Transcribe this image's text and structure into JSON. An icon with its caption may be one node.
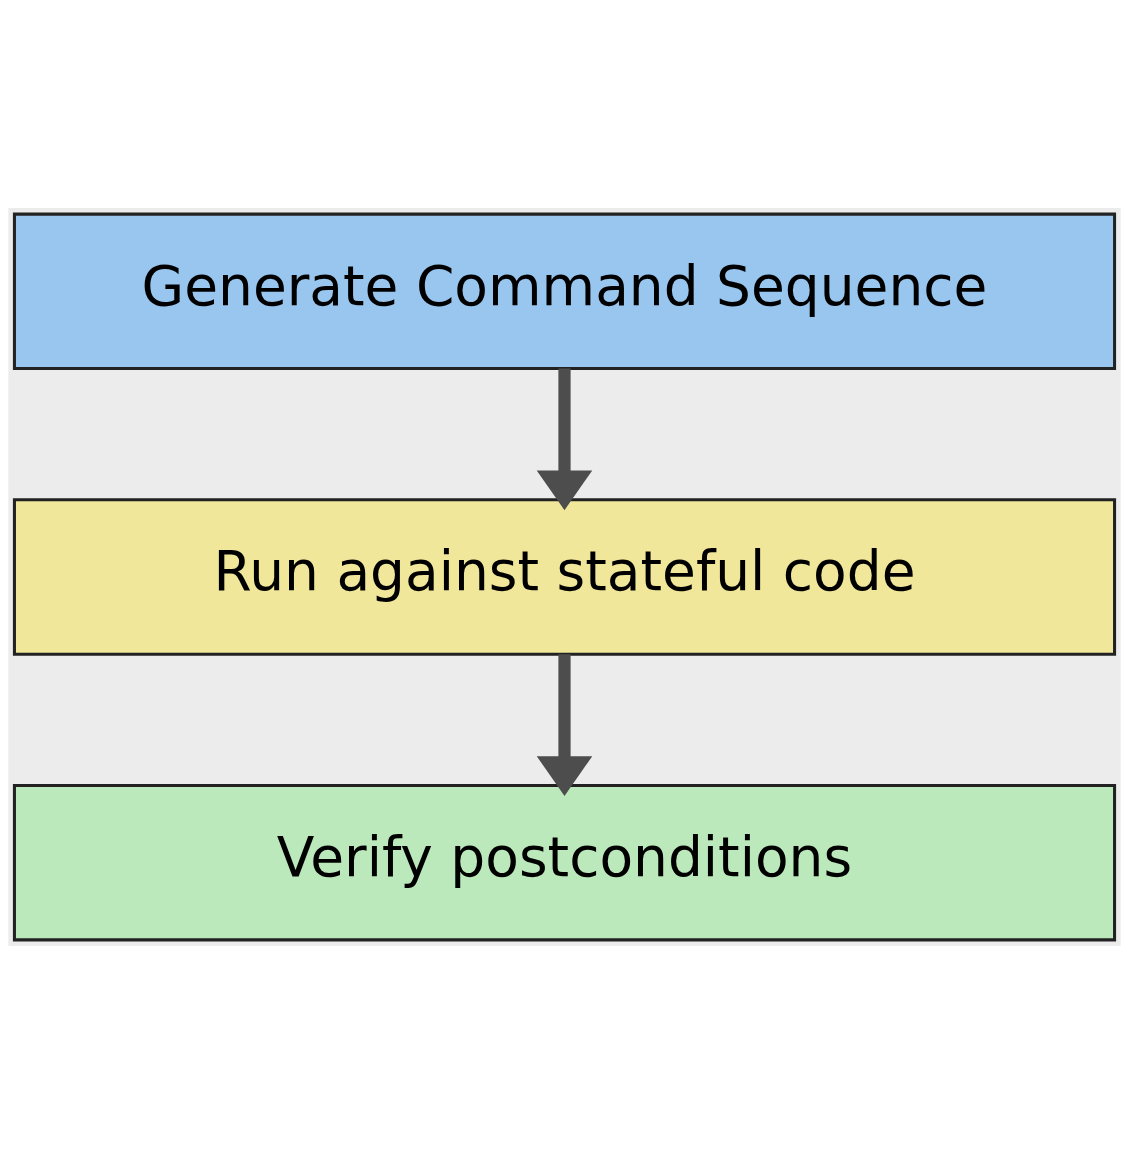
{
  "diagram": {
    "nodes": [
      {
        "text": [
          "Generate Command Sequence"
        ]
      },
      {
        "text": [
          "Run against stateful code"
        ]
      },
      {
        "text": [
          "Verify postconditions"
        ]
      }
    ],
    "edges": [
      {
        "from": 0,
        "to": 1,
        "arrow": "to"
      },
      {
        "from": 1,
        "to": 2,
        "arrow": "to"
      }
    ]
  }
}
